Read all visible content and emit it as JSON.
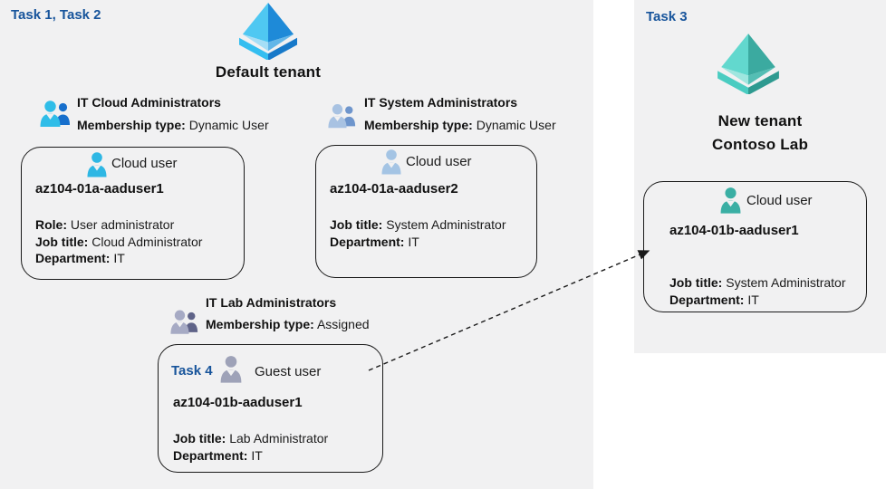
{
  "default_tenant": {
    "task_label": "Task 1, Task 2",
    "tenant_name": "Default tenant",
    "groups": [
      {
        "name": "IT Cloud Administrators",
        "membership_label": "Membership type:",
        "membership_value": "Dynamic User"
      },
      {
        "name": "IT System Administrators",
        "membership_label": "Membership type:",
        "membership_value": "Dynamic User"
      },
      {
        "name": "IT Lab Administrators",
        "membership_label": "Membership type:",
        "membership_value": "Assigned"
      }
    ],
    "users": [
      {
        "type_label": "Cloud user",
        "name": "az104-01a-aaduser1",
        "role_label": "Role:",
        "role": "User administrator",
        "job_label": "Job title:",
        "job": "Cloud Administrator",
        "dept_label": "Department:",
        "dept": "IT"
      },
      {
        "type_label": "Cloud user",
        "name": "az104-01a-aaduser2",
        "job_label": "Job title:",
        "job": "System Administrator",
        "dept_label": "Department:",
        "dept": "IT"
      },
      {
        "task_label": "Task 4",
        "type_label": "Guest user",
        "name": "az104-01b-aaduser1",
        "job_label": "Job title:",
        "job": "Lab Administrator",
        "dept_label": "Department:",
        "dept": "IT"
      }
    ]
  },
  "new_tenant": {
    "task_label": "Task 3",
    "tenant_name_line1": "New tenant",
    "tenant_name_line2": "Contoso Lab",
    "user": {
      "type_label": "Cloud user",
      "name": "az104-01b-aaduser1",
      "job_label": "Job title:",
      "job": "System Administrator",
      "dept_label": "Department:",
      "dept": "IT"
    }
  },
  "icons": {
    "azure_ad_tenant_blue": {
      "name": "azure-ad-tenant-icon",
      "faces": [
        "#4fc8f2",
        "#1e8ad8",
        "#a5def6",
        "#62b6e8"
      ],
      "base": [
        "#34bef0",
        "#1779c9"
      ]
    },
    "azure_ad_tenant_teal": {
      "name": "azure-ad-tenant-icon-teal",
      "faces": [
        "#62d8ce",
        "#3baaa0",
        "#9fe6df",
        "#54beb4"
      ],
      "base": [
        "#4accc1",
        "#2e9a90"
      ]
    },
    "group_icon_blue": {
      "front": "#2fbde8",
      "back": "#176fcc"
    },
    "group_icon_light_blue": {
      "front": "#a8c2e2",
      "back": "#6e95cc"
    },
    "group_icon_gray": {
      "front": "#a6aac4",
      "back": "#5f6388"
    },
    "user_icon_cyan": "#2eb7e4",
    "user_icon_light_blue": "#a4c4e4",
    "user_icon_gray": "#9ea2b8",
    "user_icon_teal": "#3aafa4"
  },
  "colors": {
    "panel_background": "#f1f1f2",
    "task_label_blue": "#17549b",
    "card_border": "#1a1a1a",
    "arrow": "#1a1a1a"
  }
}
